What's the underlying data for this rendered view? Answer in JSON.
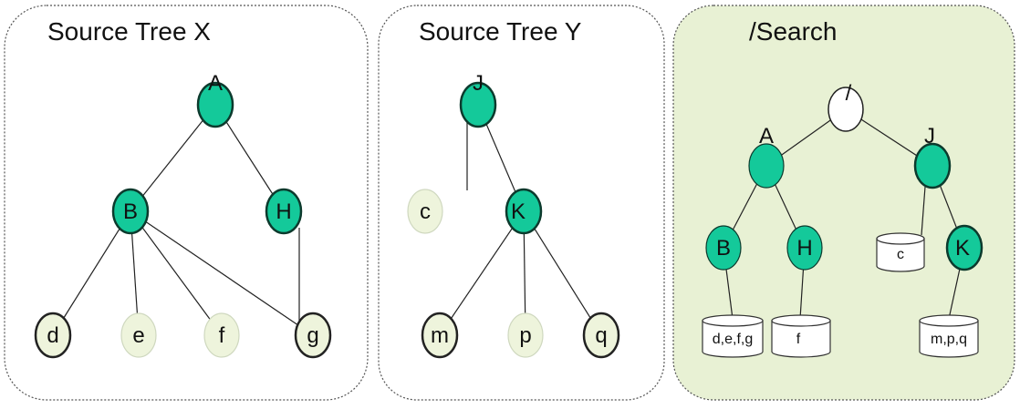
{
  "colors": {
    "node_fill": "#14c99a",
    "node_stroke": "#0c3a2d",
    "leaf_fill": "#eef4dc",
    "leaf_stroke": "#333333",
    "root_fill": "#ffffff",
    "panel_fill": "#ffffff",
    "search_panel_fill": "#e8f1d4",
    "store_fill": "#ffffff"
  },
  "panels": {
    "tree_x": {
      "title": "Source Tree X",
      "nodes": {
        "A": "A",
        "B": "B",
        "H": "H",
        "d": "d",
        "e": "e",
        "f": "f",
        "g": "g"
      }
    },
    "tree_y": {
      "title": "Source Tree Y",
      "nodes": {
        "J": "J",
        "K": "K",
        "c": "c",
        "m": "m",
        "p": "p",
        "q": "q"
      }
    },
    "search": {
      "title": "/Search",
      "nodes": {
        "root": "/",
        "A": "A",
        "J": "J",
        "B": "B",
        "H": "H",
        "K": "K"
      },
      "stores": {
        "c": "c",
        "bstore": "d,e,f,g",
        "hstore": "f",
        "kstore": "m,p,q"
      }
    }
  }
}
